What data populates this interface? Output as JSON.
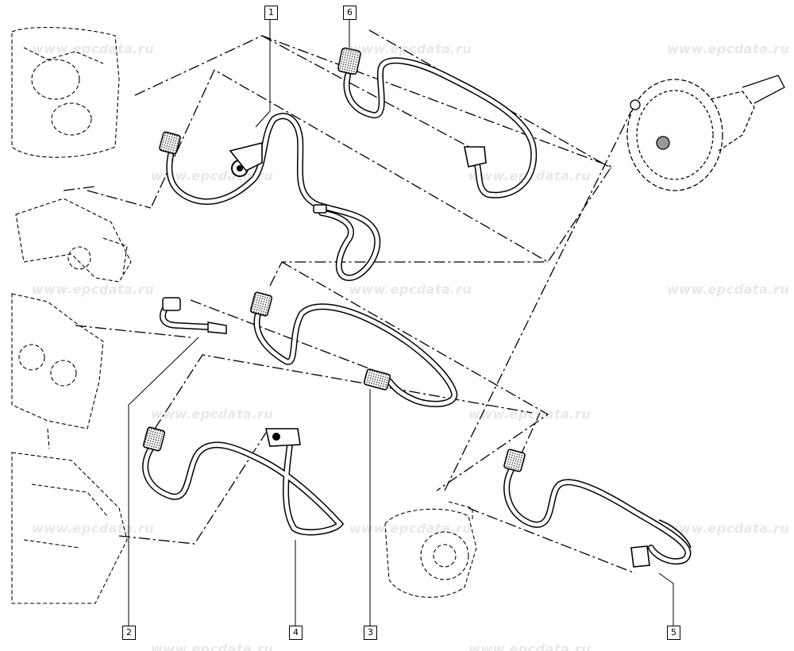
{
  "watermark": "www.epcdata.ru",
  "callouts": [
    "1",
    "2",
    "3",
    "4",
    "5",
    "6"
  ],
  "colors": {
    "line": "#000000",
    "watermark": "#e6e6e6",
    "background": "#ffffff"
  }
}
